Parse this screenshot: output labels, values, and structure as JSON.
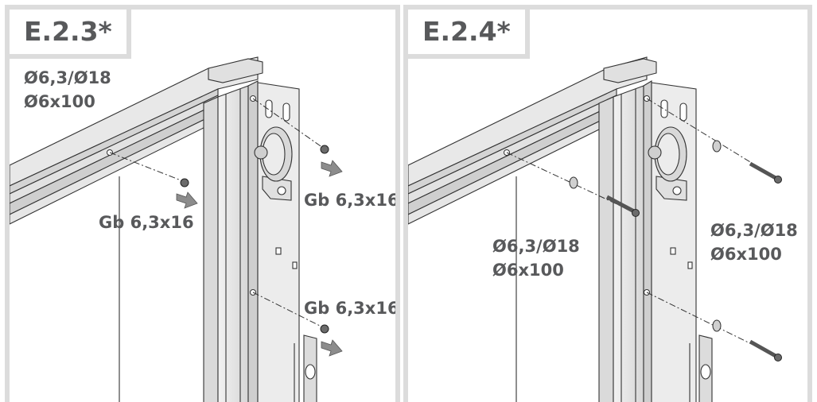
{
  "left_panel": {
    "step": "E.2.3*",
    "washer_spec": "Ø6,3/Ø18",
    "bolt_spec": "Ø6x100",
    "screw_label_1": "Gb 6,3x16",
    "screw_label_2": "Gb 6,3x16",
    "screw_label_3": "Gb 6,3x16"
  },
  "right_panel": {
    "step": "E.2.4*",
    "left_washer_spec": "Ø6,3/Ø18",
    "left_bolt_spec": "Ø6x100",
    "right_washer_spec": "Ø6,3/Ø18",
    "right_bolt_spec": "Ø6x100"
  },
  "colors": {
    "text": "#58595b",
    "border": "#dcdcdc",
    "metal": "#e6e6e6",
    "arrow": "#8c8c8c"
  }
}
